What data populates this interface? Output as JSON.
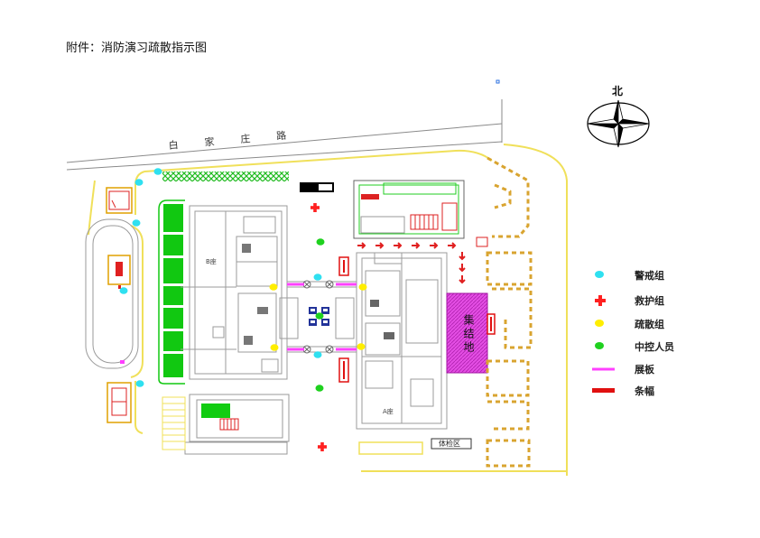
{
  "title": "附件：消防演习疏散指示图",
  "compass": {
    "north_label": "北"
  },
  "road": {
    "name": "白家庄路"
  },
  "buildings": {
    "b_label": "B座",
    "a_label": "A座"
  },
  "assembly_area": {
    "label": "集结地"
  },
  "area_label": "体检区",
  "legend": [
    {
      "label": "警戒组",
      "symbol": "dot",
      "color": "#2fe0f0"
    },
    {
      "label": "救护组",
      "symbol": "cross",
      "color": "#ff2020"
    },
    {
      "label": "疏散组",
      "symbol": "dot",
      "color": "#ffee00"
    },
    {
      "label": "中控人员",
      "symbol": "dot",
      "color": "#1fd11f"
    },
    {
      "label": "展板",
      "symbol": "line",
      "color": "#ff40ff"
    },
    {
      "label": "条幅",
      "symbol": "bar",
      "color": "#e01010"
    }
  ]
}
